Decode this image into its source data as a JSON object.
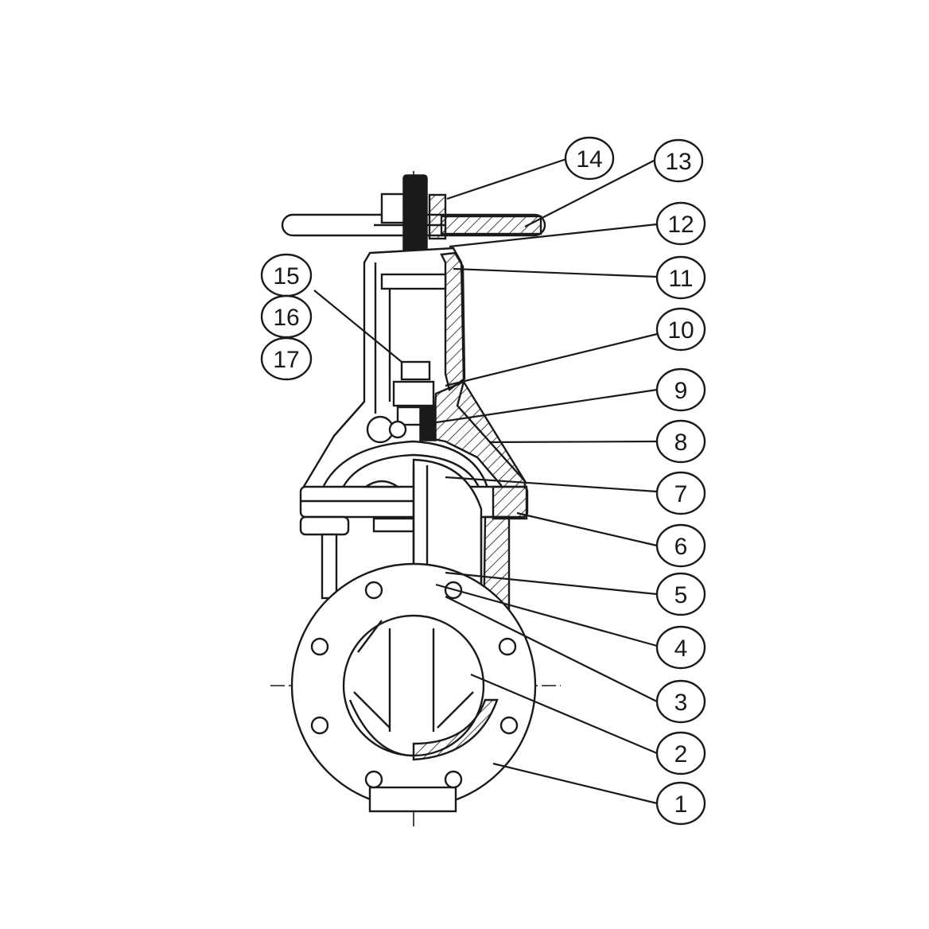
{
  "diagram": {
    "callouts": [
      {
        "label": "14"
      },
      {
        "label": "13"
      },
      {
        "label": "12"
      },
      {
        "label": "11"
      },
      {
        "label": "10"
      },
      {
        "label": "9"
      },
      {
        "label": "8"
      },
      {
        "label": "7"
      },
      {
        "label": "6"
      },
      {
        "label": "5"
      },
      {
        "label": "4"
      },
      {
        "label": "3"
      },
      {
        "label": "2"
      },
      {
        "label": "1"
      }
    ],
    "left_callouts": [
      {
        "label": "15"
      },
      {
        "label": "16"
      },
      {
        "label": "17"
      }
    ]
  }
}
